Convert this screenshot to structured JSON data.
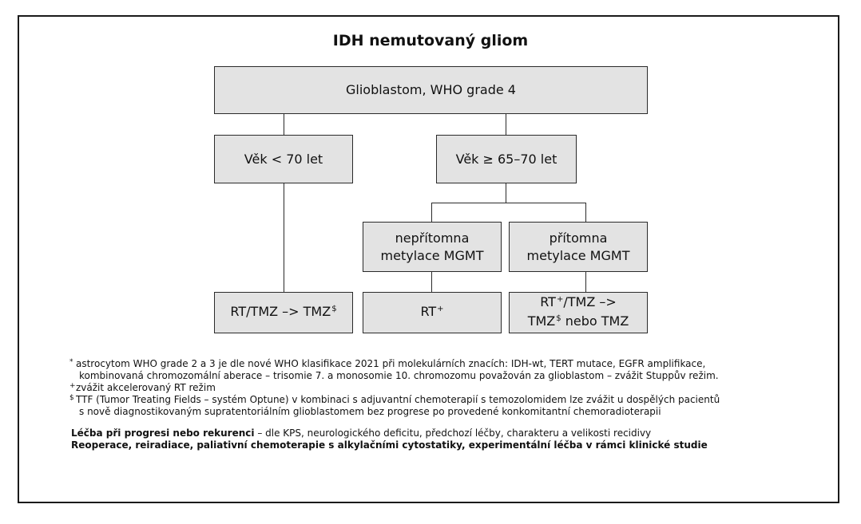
{
  "title": "IDH nemutovaný gliom",
  "boxes": {
    "root": "Glioblastom, WHO grade 4",
    "age_young": "Věk < 70 let",
    "age_old": "Věk ≥ 65–70 let",
    "mgmt_absent_line1": "nepřítomna",
    "mgmt_absent_line2": "metylace MGMT",
    "mgmt_present_line1": "přítomna",
    "mgmt_present_line2": "metylace MGMT",
    "rt_tmz": "RT/TMZ –> TMZ",
    "rt": "RT",
    "rt_tmz2_line1_a": "RT",
    "rt_tmz2_line1_b": "/TMZ –>",
    "rt_tmz2_line2_a": "TMZ",
    "rt_tmz2_line2_b": " nebo TMZ"
  },
  "marks": {
    "dollar": "$",
    "plus": "+",
    "star": "*"
  },
  "footnotes": {
    "star_line1": "astrocytom  WHO grade 2 a 3 je dle nové WHO klasifikace 2021 při molekulárních znacích: IDH-wt, TERT mutace, EGFR amplifikace,",
    "star_line2": "kombinovaná chromozomální aberace – trisomie 7. a monosomie 10. chromozomu považován za glioblastom – zvážit Stuppův režim.",
    "plus_line": "zvážit akcelerovaný RT režim",
    "dollar_line1": "TTF (Tumor Treating Fields – systém Optune) v kombinaci s adjuvantní chemoterapií s temozolomidem lze zvážit u dospělých pacientů",
    "dollar_line2": "s nově diagnostikovaným supratentoriálním glioblastomem bez progrese po provedené konkomitantní chemoradioterapii"
  },
  "progression": {
    "bold_part": "Léčba při progresi nebo rekurenci",
    "rest": " – dle KPS, neurologického deficitu, předchozí léčby, charakteru a velikosti recidivy",
    "line2": "Reoperace, reiradiace, paliativní chemoterapie s alkylačními cytostatiky, experimentální léčba v rámci klinické studie"
  }
}
